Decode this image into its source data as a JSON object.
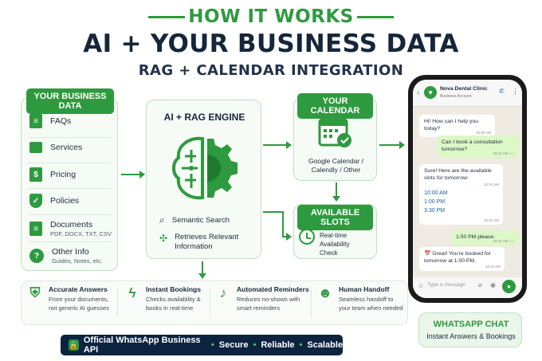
{
  "header": {
    "eyebrow": "HOW IT WORKS",
    "title": "AI + YOUR BUSINESS DATA",
    "subtitle": "RAG + CALENDAR INTEGRATION"
  },
  "business": {
    "title": "YOUR BUSINESS DATA",
    "items": [
      {
        "label": "FAQs",
        "sub": "",
        "icon": "document-icon"
      },
      {
        "label": "Services",
        "sub": "",
        "icon": "folder-icon"
      },
      {
        "label": "Pricing",
        "sub": "",
        "icon": "dollar-icon"
      },
      {
        "label": "Policies",
        "sub": "",
        "icon": "shield-check-icon"
      },
      {
        "label": "Documents",
        "sub": "PDF, DOCX, TXT, CSV",
        "icon": "file-icon"
      },
      {
        "label": "Other Info",
        "sub": "Guides, Notes, etc.",
        "icon": "question-icon"
      }
    ]
  },
  "engine": {
    "title": "AI + RAG ENGINE",
    "f1": "Semantic Search",
    "f2a": "Retrieves Relevant",
    "f2b": "Information"
  },
  "calendar": {
    "title": "YOUR CALENDAR",
    "line1": "Google Calendar /",
    "line2": "Calendly / Other"
  },
  "slots": {
    "title": "AVAILABLE SLOTS",
    "line1": "Real-time Availability",
    "line2": "Check"
  },
  "features": [
    {
      "title": "Accurate Answers",
      "d1": "From your documents,",
      "d2": "not generic AI guesses"
    },
    {
      "title": "Instant Bookings",
      "d1": "Checks availability &",
      "d2": "books in real-time"
    },
    {
      "title": "Automated Reminders",
      "d1": "Reduces no-shows with",
      "d2": "smart reminders"
    },
    {
      "title": "Human Handoff",
      "d1": "Seamless handoff to",
      "d2": "your team when needed"
    }
  ],
  "badge": {
    "t1": "Official WhatsApp Business API",
    "t2": "Secure",
    "t3": "Reliable",
    "t4": "Scalable",
    "sep": "•"
  },
  "chat": {
    "name": "Nova Dental Clinic",
    "account": "Business Account",
    "m1": "Hi! How can I help you today?",
    "m1t": "10:30 AM",
    "m2a": "Can I book a consultation",
    "m2b": "tomorrow?",
    "m2t": "10:31 AM ✓✓",
    "m3a": "Sure! Here are the available",
    "m3b": "slots for tomorrow:",
    "m3t": "10:31 AM",
    "s1": "10:00 AM",
    "s2": "1:00 PM",
    "s3": "3:30 PM",
    "s3t": "10:31 AM",
    "m4": "1:00 PM please.",
    "m4t": "10:32 AM ✓✓",
    "m5a": "📅 Great! You're booked for",
    "m5b": "tomorrow at 1:00 PM.",
    "m5t": "10:32 AM",
    "placeholder": "Type a message"
  },
  "whatsapp": {
    "title": "WHATSAPP CHAT",
    "sub": "Instant Answers & Bookings"
  },
  "colors": {
    "green": "#2e9a3f",
    "navy": "#0d2340",
    "card": "#f6fbf6",
    "chat_bg": "#efeae2"
  }
}
